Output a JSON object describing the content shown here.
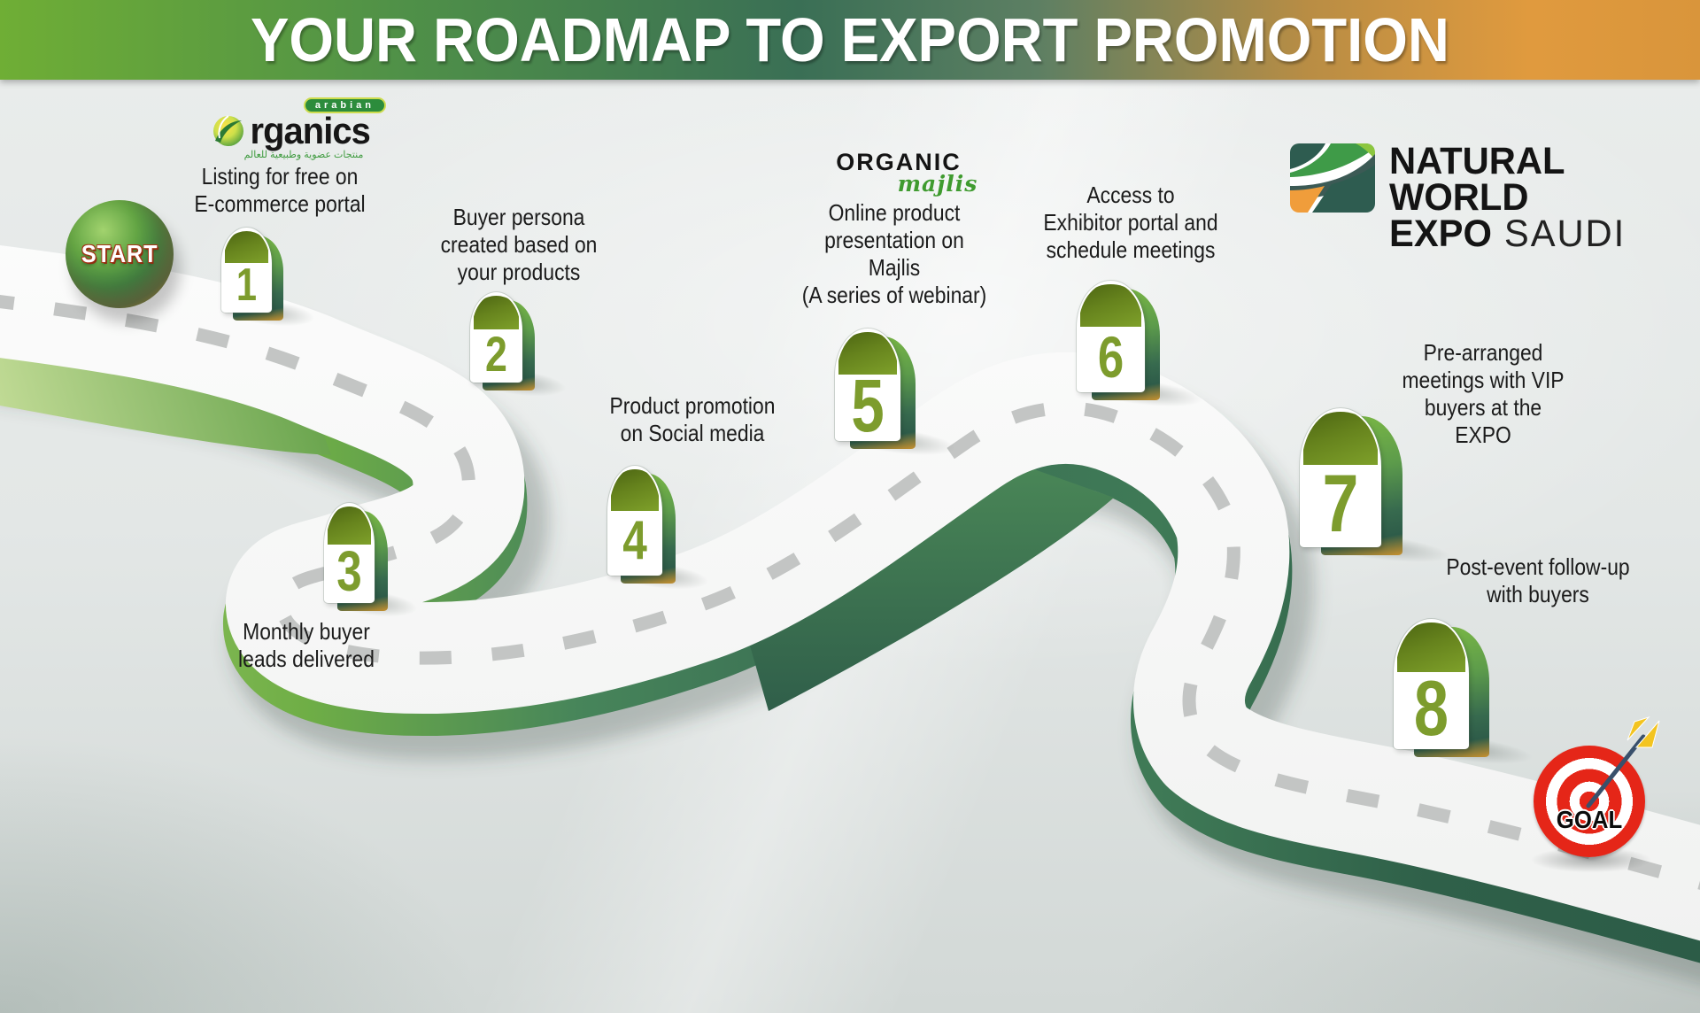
{
  "header": {
    "title": "YOUR ROADMAP TO EXPORT PROMOTION"
  },
  "road": {
    "start_label": "START",
    "goal_label": "GOAL"
  },
  "logos": {
    "arabian_organics": {
      "name": "rganics",
      "badge": "arabian",
      "tagline_arabic": "منتجات عضوية وطبيعية للعالم"
    },
    "organic_majlis": {
      "top": "ORGANIC",
      "bottom": "majlis"
    },
    "natural_world_expo": {
      "word1": "NATURAL",
      "word2": "WORLD",
      "word3": "EXPO",
      "word4": "SAUDI"
    }
  },
  "milestones": [
    {
      "number": "1",
      "caption": "Listing for free on\nE-commerce portal"
    },
    {
      "number": "2",
      "caption": "Buyer persona\ncreated based on\nyour products"
    },
    {
      "number": "3",
      "caption": "Monthly buyer\nleads delivered"
    },
    {
      "number": "4",
      "caption": "Product promotion\non Social media"
    },
    {
      "number": "5",
      "caption": "Online product\npresentation on\nMajlis\n(A series of webinar)"
    },
    {
      "number": "6",
      "caption": "Access to\nExhibitor portal and\nschedule meetings"
    },
    {
      "number": "7",
      "caption": "Pre-arranged\nmeetings with VIP\nbuyers at the\nEXPO"
    },
    {
      "number": "8",
      "caption": "Post-event follow-up\nwith buyers"
    }
  ],
  "colors": {
    "header_gradient_left": "#6fae35",
    "header_gradient_mid": "#3a6f55",
    "header_gradient_right": "#e09a3e",
    "road_surface": "#fbfbfb",
    "road_side_green": "#5f9e45",
    "road_side_teal": "#2f5d4a",
    "dash_gray": "#c3c5c4",
    "milestone_olive": "#7d9c2d",
    "milestone_arch_dark": "#4e6a14",
    "goal_red": "#e52618",
    "dart_yellow": "#f3c420",
    "start_green": "#63a544",
    "accent_orange": "#c8912f",
    "text_dark": "#1b1b1b"
  }
}
